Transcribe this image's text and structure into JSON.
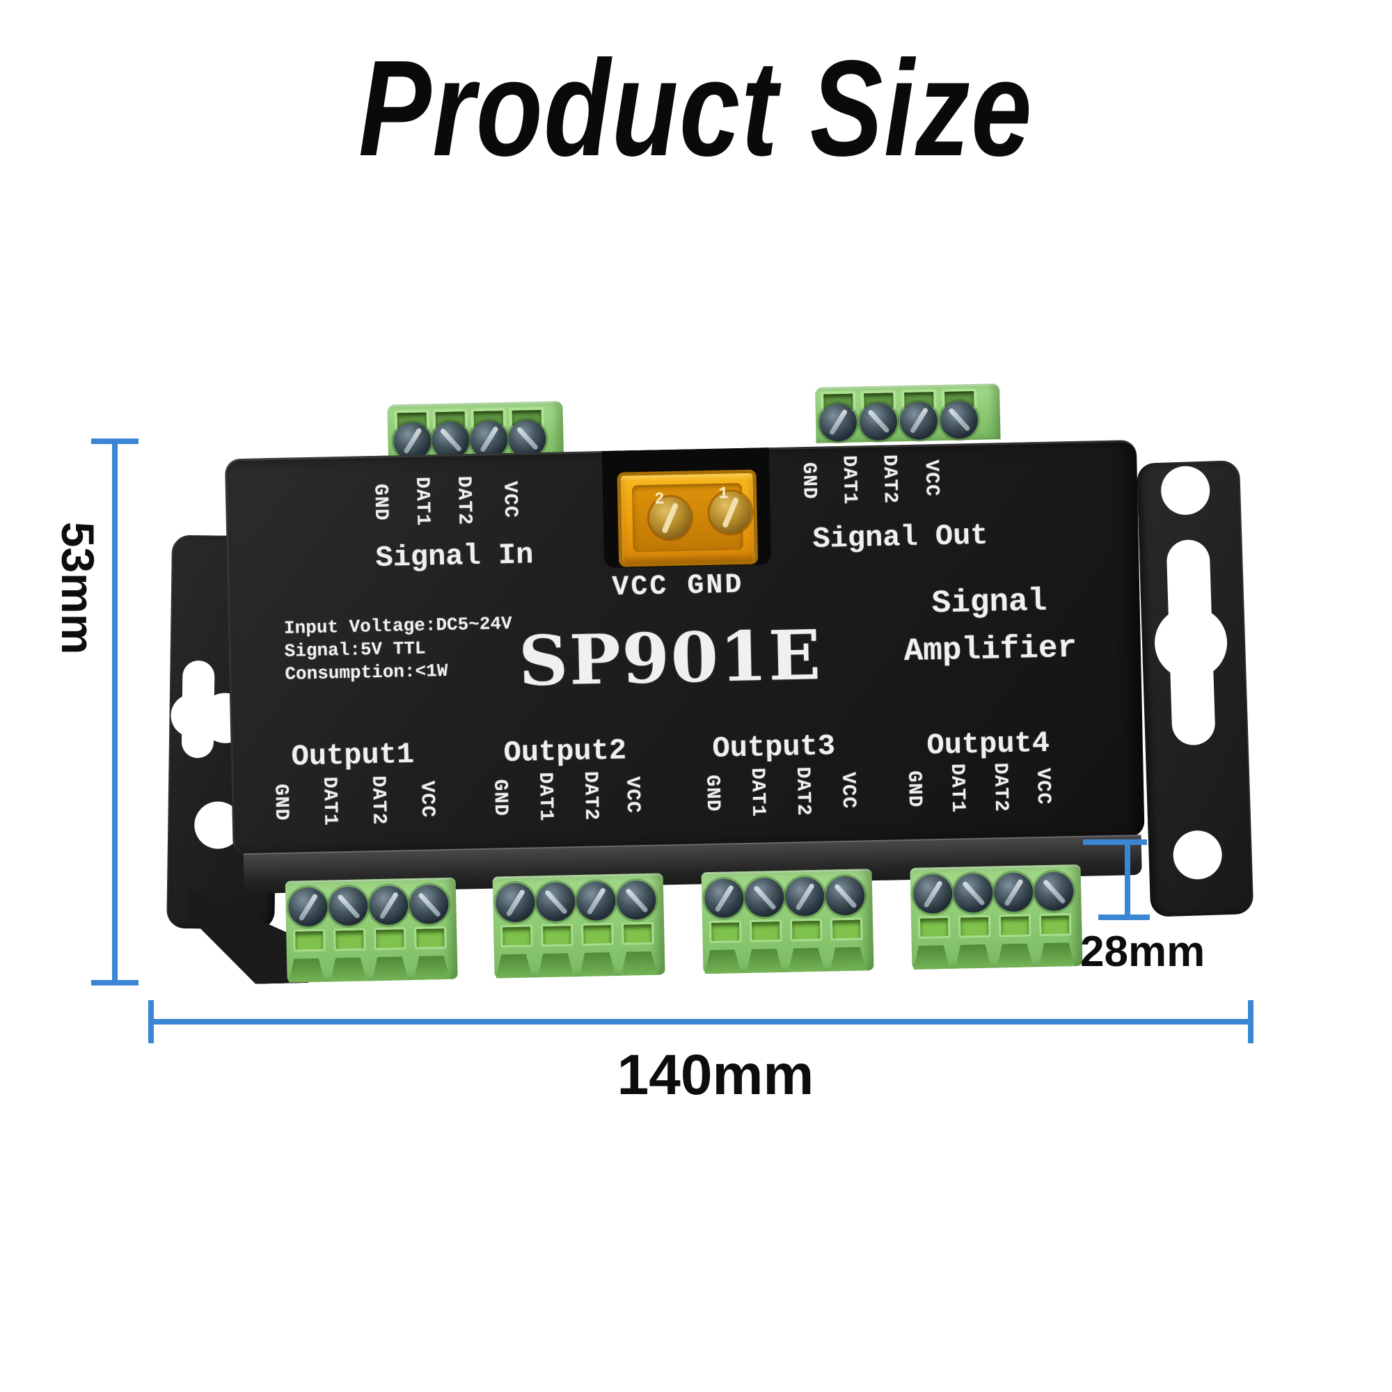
{
  "title": "Product Size",
  "dimensions": {
    "height": "53mm",
    "width": "140mm",
    "depth": "28mm",
    "line_color": "#3a86d4"
  },
  "device": {
    "model": "SP901E",
    "name_line1": "Signal",
    "name_line2": "Amplifier",
    "power_label": "VCC GND",
    "fuse_terminal_marks": [
      "2",
      "1"
    ],
    "specs": [
      "Input Voltage:DC5~24V",
      "Signal:5V TTL",
      "Consumption:<1W"
    ],
    "signal_in": {
      "label": "Signal In",
      "pins": [
        "GND",
        "DAT1",
        "DAT2",
        "VCC"
      ]
    },
    "signal_out": {
      "label": "Signal Out",
      "pins": [
        "GND",
        "DAT1",
        "DAT2",
        "VCC"
      ]
    },
    "outputs": [
      {
        "label": "Output1",
        "pins": [
          "GND",
          "DAT1",
          "DAT2",
          "VCC"
        ]
      },
      {
        "label": "Output2",
        "pins": [
          "GND",
          "DAT1",
          "DAT2",
          "VCC"
        ]
      },
      {
        "label": "Output3",
        "pins": [
          "GND",
          "DAT1",
          "DAT2",
          "VCC"
        ]
      },
      {
        "label": "Output4",
        "pins": [
          "GND",
          "DAT1",
          "DAT2",
          "VCC"
        ]
      }
    ],
    "colors": {
      "body": "#1d1d1d",
      "terminal_green": "#8cc873",
      "fuse_orange": "#eda011",
      "print_white": "#f0f0f0"
    }
  }
}
